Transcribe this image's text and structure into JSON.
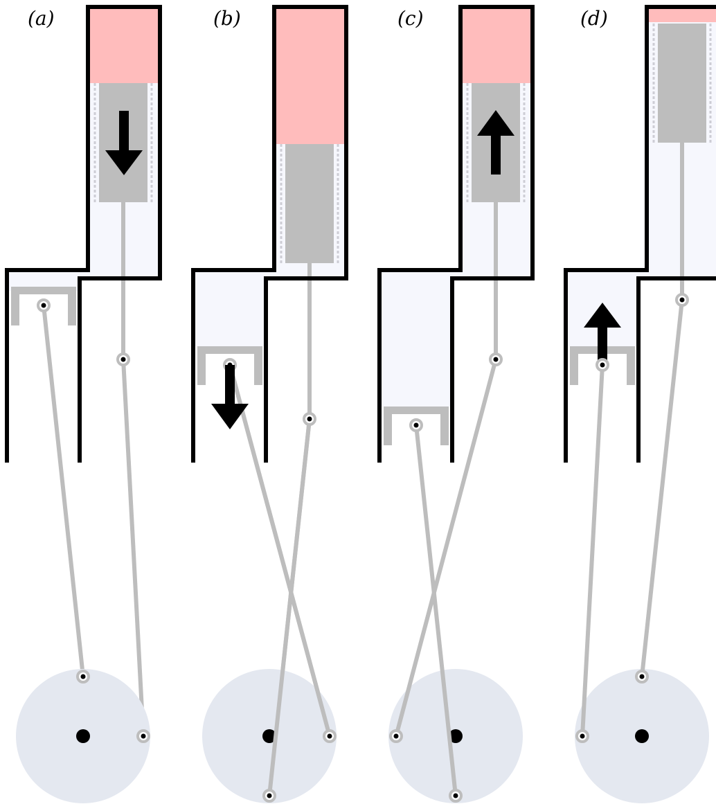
{
  "panels": [
    {
      "label": "(a)",
      "hot_piston_arrow": "down-arrow-icon",
      "cold_piston_arrow": null
    },
    {
      "label": "(b)",
      "hot_piston_arrow": null,
      "cold_piston_arrow": "down-arrow-icon"
    },
    {
      "label": "(c)",
      "hot_piston_arrow": "up-arrow-icon",
      "cold_piston_arrow": null
    },
    {
      "label": "(d)",
      "hot_piston_arrow": null,
      "cold_piston_arrow": "up-arrow-icon"
    }
  ],
  "colors": {
    "hot_gas": "#ffbcbc",
    "cold_gas": "#f6f7fd",
    "piston": "#bdbdbd",
    "rod": "#bdbdbd",
    "flywheel": "#e4e8f0",
    "wall": "#000000",
    "arrow": "#000000"
  }
}
